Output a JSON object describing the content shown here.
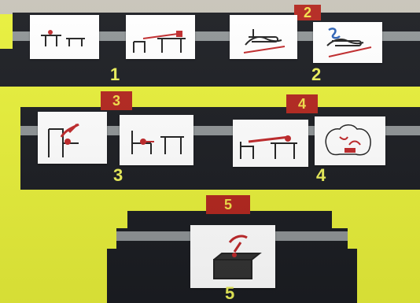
{
  "rows": [
    {
      "label": "1",
      "cards": [
        "walk-to-table-icon",
        "move-to-bench-icon"
      ]
    },
    {
      "label": "2",
      "cards": [
        "hand-gesture-1-icon",
        "hand-gesture-2-icon"
      ]
    },
    {
      "label": "3",
      "cards": [
        "climb-down-icon",
        "slide-along-bench-icon"
      ]
    },
    {
      "label": "4",
      "cards": [
        "push-to-table-icon",
        "sort-items-icon"
      ]
    },
    {
      "label": "5",
      "cards": [
        "drop-into-box-icon"
      ]
    }
  ],
  "tabs": [
    "2",
    "3",
    "4",
    "5"
  ],
  "colors": {
    "background": "#e8f03a",
    "board": "#1b1d22",
    "tab": "#b3261e",
    "ink": "#222222",
    "accent": "#c0282a",
    "number": "#ecf05a"
  }
}
